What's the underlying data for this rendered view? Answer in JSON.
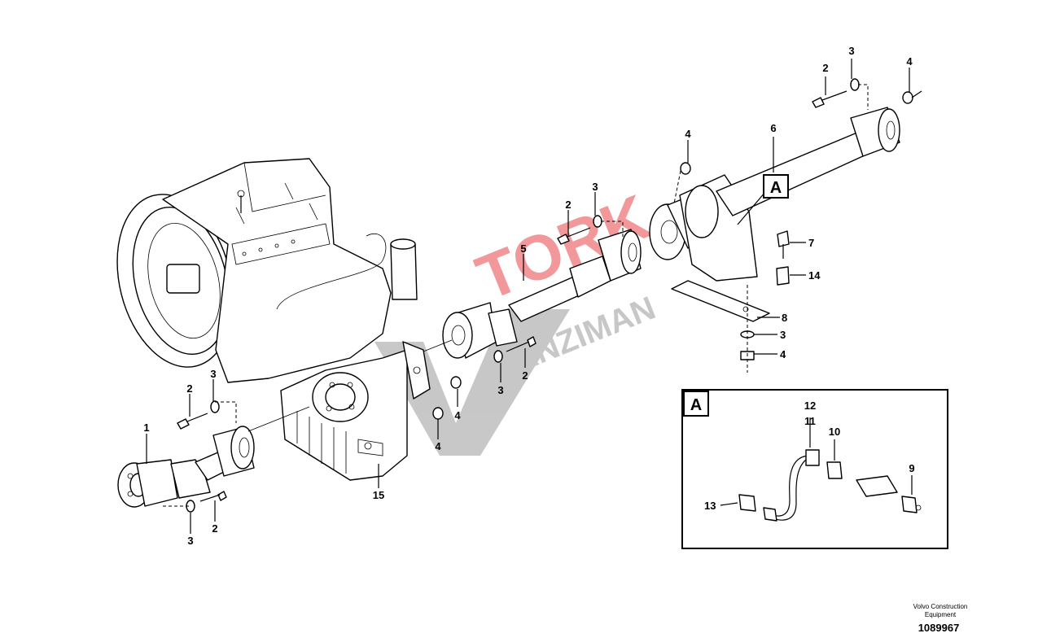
{
  "callouts": {
    "c1": "1",
    "c2a": "2",
    "c2b": "2",
    "c2c": "2",
    "c2d": "2",
    "c2e": "2",
    "c3a": "3",
    "c3b": "3",
    "c3c": "3",
    "c3d": "3",
    "c3e": "3",
    "c3f": "3",
    "c4a": "4",
    "c4b": "4",
    "c4c": "4",
    "c4d": "4",
    "c4e": "4",
    "c5": "5",
    "c6": "6",
    "c7": "7",
    "c8": "8",
    "c9": "9",
    "c10": "10",
    "c11": "11",
    "c12": "12",
    "c13": "13",
    "c14": "14",
    "c15": "15"
  },
  "view_label": "A",
  "detail_label": "A",
  "watermark": {
    "brand_top": "TORK",
    "brand_bottom": "ŞANZIMAN",
    "color": "#e8444a",
    "mark_color": "#8c8c8c"
  },
  "footer": {
    "company_line1": "Volvo Construction",
    "company_line2": "Equipment",
    "drawing_number": "1089967"
  }
}
